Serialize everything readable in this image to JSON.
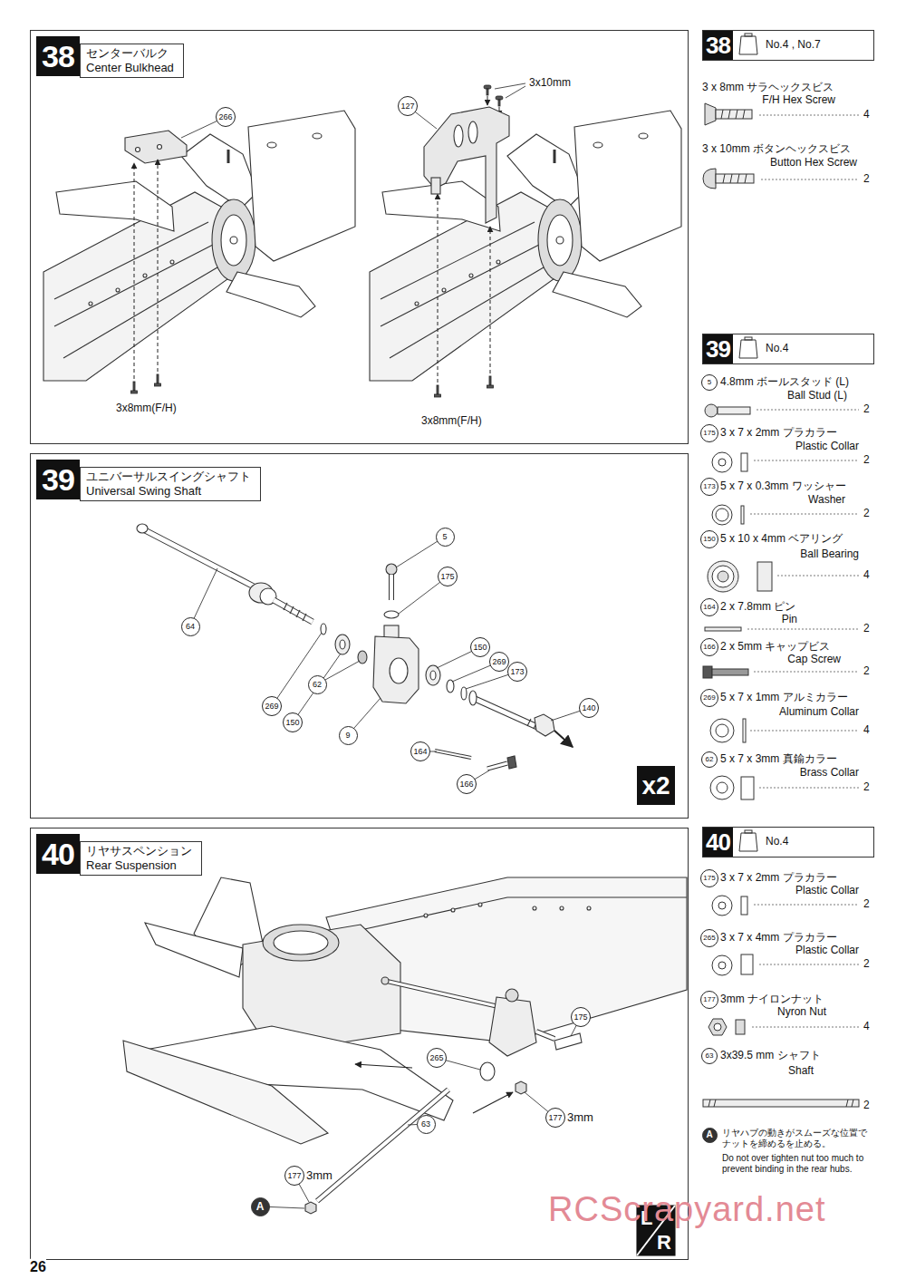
{
  "diagram": {
    "nodes": [
      {
        "text": [
          "38",
          "センターバルク",
          "Center Bulkhead"
        ]
      },
      {
        "text": [
          "266"
        ],
        "in": 0
      },
      {
        "text": [
          "127"
        ],
        "in": 0
      },
      {
        "text": [
          "38",
          "No.4 , No.7"
        ]
      },
      {
        "text": [
          "39",
          "ユニバーサルスイングシャフト",
          "Universal Swing Shaft"
        ]
      },
      {
        "text": [
          "5"
        ],
        "in": 4
      },
      {
        "text": [
          "175"
        ],
        "in": 4
      },
      {
        "text": [
          "64"
        ],
        "in": 4
      },
      {
        "text": [
          "269"
        ],
        "in": 4
      },
      {
        "text": [
          "150"
        ],
        "in": 4
      },
      {
        "text": [
          "62"
        ],
        "in": 4
      },
      {
        "text": [
          "9"
        ],
        "in": 4
      },
      {
        "text": [
          "150"
        ],
        "in": 4
      },
      {
        "text": [
          "269"
        ],
        "in": 4
      },
      {
        "text": [
          "173"
        ],
        "in": 4
      },
      {
        "text": [
          "140"
        ],
        "in": 4
      },
      {
        "text": [
          "164"
        ],
        "in": 4
      },
      {
        "text": [
          "166"
        ],
        "in": 4
      },
      {
        "text": [
          "x2"
        ],
        "in": 4
      },
      {
        "text": [
          "39",
          "No.4"
        ]
      },
      {
        "text": [
          "5"
        ]
      },
      {
        "text": [
          "175"
        ]
      },
      {
        "text": [
          "173"
        ]
      },
      {
        "text": [
          "150"
        ]
      },
      {
        "text": [
          "164"
        ]
      },
      {
        "text": [
          "166"
        ]
      },
      {
        "text": [
          "269"
        ]
      },
      {
        "text": [
          "62"
        ]
      },
      {
        "text": [
          "40",
          "リヤサスペンション",
          "Rear Suspension"
        ]
      },
      {
        "text": [
          "175"
        ],
        "in": 28
      },
      {
        "text": [
          "265"
        ],
        "in": 28
      },
      {
        "text": [
          "177"
        ],
        "in": 28
      },
      {
        "text": [
          "63"
        ],
        "in": 28
      },
      {
        "text": [
          "177"
        ],
        "in": 28
      },
      {
        "text": [
          "A"
        ],
        "in": 28
      },
      {
        "text": [
          "L",
          "R"
        ],
        "in": 28
      },
      {
        "text": [
          "40",
          "No.4"
        ]
      },
      {
        "text": [
          "175"
        ]
      },
      {
        "text": [
          "265"
        ]
      },
      {
        "text": [
          "177"
        ]
      },
      {
        "text": [
          "63"
        ]
      },
      {
        "text": [
          "A"
        ]
      }
    ],
    "labels": [
      "3x10mm",
      "3x8mm(F/H)",
      "3x8mm(F/H)",
      "3mm",
      "3mm",
      "3 x 8mm サラヘックスビス",
      "F/H Hex Screw",
      "4",
      "3 x 10mm ボタンヘックスビス",
      "Button Hex Screw",
      "2",
      "4.8mm ボールスタッド (L)",
      "Ball Stud (L)",
      "2",
      "3 x 7 x 2mm プラカラー",
      "Plastic Collar",
      "2",
      "5 x 7 x 0.3mm ワッシャー",
      "Washer",
      "2",
      "5 x 10 x 4mm ベアリング",
      "Ball Bearing",
      "4",
      "2 x 7.8mm ピン",
      "Pin",
      "2",
      "2 x 5mm キャップビス",
      "Cap Screw",
      "2",
      "5 x 7 x 1mm アルミカラー",
      "Aluminum Collar",
      "4",
      "5 x 7 x 3mm 真鍮カラー",
      "Brass Collar",
      "2",
      "3 x 7 x 2mm プラカラー",
      "Plastic Collar",
      "2",
      "3 x 7 x 4mm プラカラー",
      "Plastic Collar",
      "2",
      "3mm ナイロンナット",
      "Nyron Nut",
      "4",
      "3x39.5 mm シャフト",
      "Shaft",
      "2",
      "リヤハブの動きがスムーズな位置でナットを締めるを止める。",
      "Do not over tighten nut too much to prevent binding in the rear hubs.",
      "26",
      "RCScrapyard.net"
    ]
  }
}
